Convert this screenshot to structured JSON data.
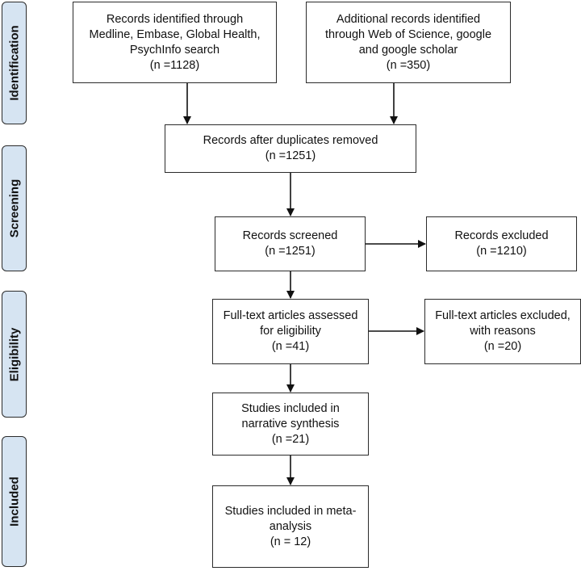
{
  "phases": [
    {
      "id": "identification",
      "label": "Identification"
    },
    {
      "id": "screening",
      "label": "Screening"
    },
    {
      "id": "eligibility",
      "label": "Eligibility"
    },
    {
      "id": "included",
      "label": "Included"
    }
  ],
  "boxes": {
    "records_identified": {
      "lines": [
        "Records identified through",
        "Medline, Embase, Global Health,",
        "PsychInfo search",
        "(n =1128)"
      ]
    },
    "additional_records": {
      "lines": [
        "Additional records identified",
        "through Web of Science, google",
        "and google scholar",
        "(n =350)"
      ]
    },
    "after_duplicates": {
      "lines": [
        "Records after duplicates removed",
        "(n =1251)"
      ]
    },
    "records_screened": {
      "lines": [
        "Records screened",
        "(n =1251)"
      ]
    },
    "records_excluded": {
      "lines": [
        "Records excluded",
        "(n =1210)"
      ]
    },
    "fulltext_assessed": {
      "lines": [
        "Full-text articles assessed",
        "for eligibility",
        "(n =41)"
      ]
    },
    "fulltext_excluded": {
      "lines": [
        "Full-text articles excluded,",
        "with reasons",
        "(n =20)"
      ]
    },
    "narrative_synthesis": {
      "lines": [
        "Studies included in",
        "narrative synthesis",
        "(n =21)"
      ]
    },
    "meta_analysis": {
      "lines": [
        "Studies included in meta-",
        "analysis",
        "(n = 12)"
      ]
    }
  }
}
